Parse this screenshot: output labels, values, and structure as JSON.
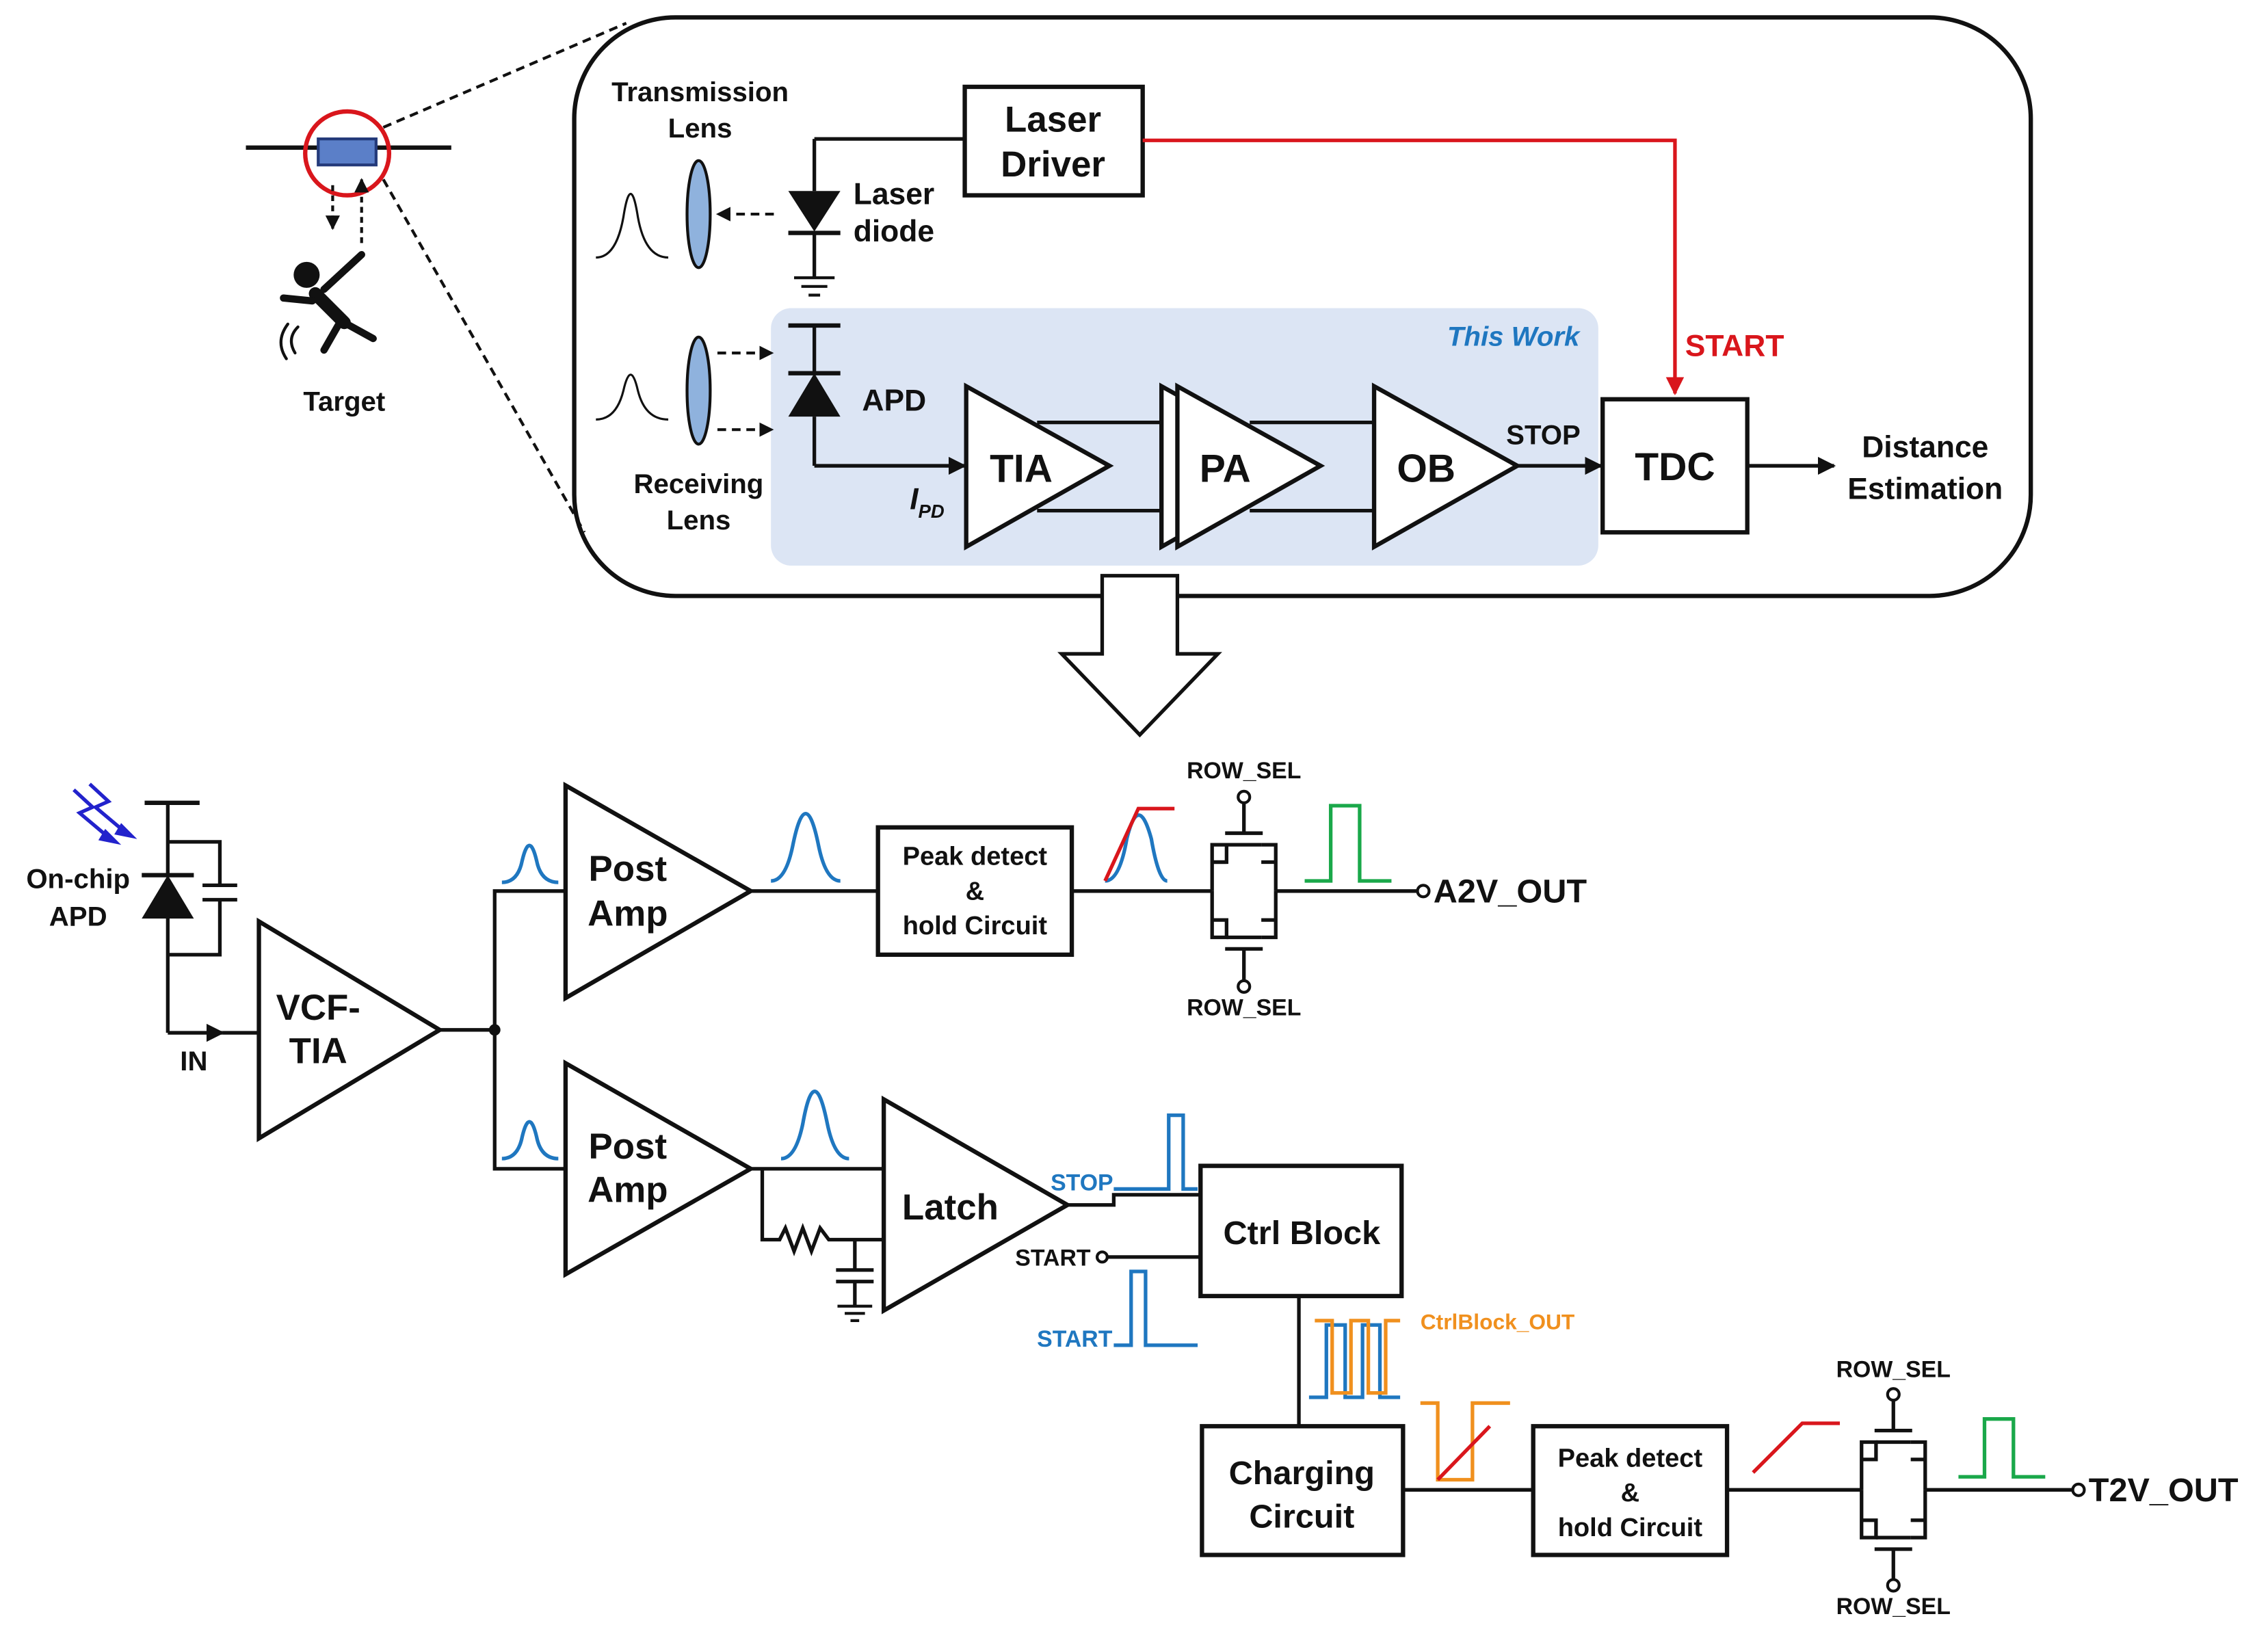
{
  "colors": {
    "accent_red": "#d9161c",
    "wave_blue": "#1f77c0",
    "wave_green": "#1aa84a",
    "wave_orange": "#f0901e",
    "shade": "#dce5f4",
    "lens_fill": "#8fb2dd",
    "photo_blue": "#2222cc"
  },
  "top": {
    "target_label": "Target",
    "transmission_lens": [
      "Transmission",
      "Lens"
    ],
    "receiving_lens": [
      "Receiving",
      "Lens"
    ],
    "laser_driver": [
      "Laser",
      "Driver"
    ],
    "laser_diode": [
      "Laser",
      "diode"
    ],
    "apd": "APD",
    "this_work": "This Work",
    "tia": "TIA",
    "pa": "PA",
    "ob": "OB",
    "stop": "STOP",
    "start": "START",
    "tdc": "TDC",
    "ipd_main": "I",
    "ipd_sub": "PD",
    "distance_estimation": [
      "Distance",
      "Estimation"
    ]
  },
  "bottom": {
    "on_chip_apd": [
      "On-chip",
      "APD"
    ],
    "in_label": "IN",
    "vcf_tia": [
      "VCF-",
      "TIA"
    ],
    "post_amp_top": [
      "Post",
      "Amp"
    ],
    "post_amp_bottom": [
      "Post",
      "Amp"
    ],
    "peak_detect_top": [
      "Peak detect",
      "&",
      "hold Circuit"
    ],
    "row_sel_a_top": "ROW_SEL",
    "row_sel_a_bottom": "ROW_SEL",
    "a2v_out": "A2V_OUT",
    "latch": "Latch",
    "stop_label": "STOP",
    "start_in_label": "START",
    "start_wave_label": "START",
    "ctrl_block": "Ctrl Block",
    "ctrlblock_out": "CtrlBlock_OUT",
    "charging_circuit": [
      "Charging",
      "Circuit"
    ],
    "peak_detect_bottom": [
      "Peak detect",
      "&",
      "hold Circuit"
    ],
    "row_sel_t_top": "ROW_SEL",
    "row_sel_t_bottom": "ROW_SEL",
    "t2v_out": "T2V_OUT"
  }
}
